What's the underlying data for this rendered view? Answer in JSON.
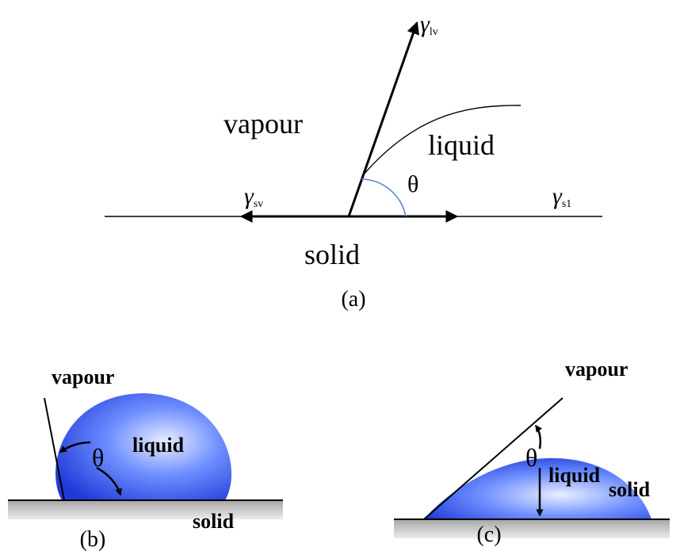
{
  "panel_a": {
    "vapour": "vapour",
    "liquid": "liquid",
    "solid": "solid",
    "theta": "θ",
    "gamma_lv": {
      "symbol": "γ",
      "sub": "lv"
    },
    "gamma_sv": {
      "symbol": "γ",
      "sub": "sv"
    },
    "gamma_sl": {
      "symbol": "γ",
      "sub": "s1"
    },
    "caption": "(a)"
  },
  "panel_b": {
    "vapour": "vapour",
    "liquid": "liquid",
    "solid": "solid",
    "theta": "θ",
    "caption": "(b)"
  },
  "panel_c": {
    "vapour": "vapour",
    "liquid": "liquid",
    "solid": "solid",
    "theta": "θ",
    "caption": "(c)"
  },
  "colors": {
    "drop_center": "#e8eeff",
    "drop_mid": "#6f8fff",
    "drop_edge": "#1f3ad8",
    "arc_blue": "#5a86c8",
    "surface_top": "#a6a6a6",
    "surface_bottom": "#ececec"
  }
}
